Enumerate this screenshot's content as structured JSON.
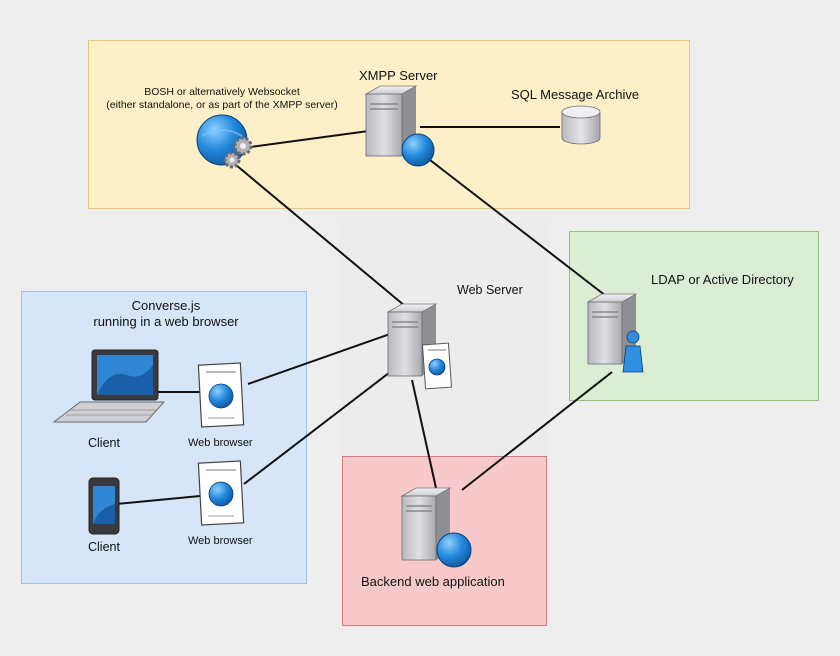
{
  "diagram": {
    "labels": {
      "bosh_line1": "BOSH or alternatively Websocket",
      "bosh_line2": "(either standalone, or as part of the XMPP server)",
      "xmpp": "XMPP Server",
      "sql": "SQL Message Archive",
      "ldap": "LDAP or Active Directory",
      "webserver": "Web Server",
      "converse_line1": "Converse.js",
      "converse_line2": "running in a web browser",
      "client1": "Client",
      "browser1": "Web browser",
      "client2": "Client",
      "browser2": "Web browser",
      "backend": "Backend web application"
    },
    "colors": {
      "xmpp_zone": "#fdf0c8",
      "ldap_zone": "#dcedd5",
      "client_zone": "#d6e6f8",
      "backend_zone": "#f7c9cb",
      "webserver_zone": "#ececec",
      "globe": "#1f7fd0",
      "server": "#c8c8cc"
    },
    "icons": [
      "globe-gears-icon",
      "server-globe-icon",
      "database-icon",
      "server-user-icon",
      "server-page-icon",
      "laptop-icon",
      "browser-page-icon",
      "phone-icon",
      "browser-page-icon",
      "server-globe-icon"
    ]
  }
}
